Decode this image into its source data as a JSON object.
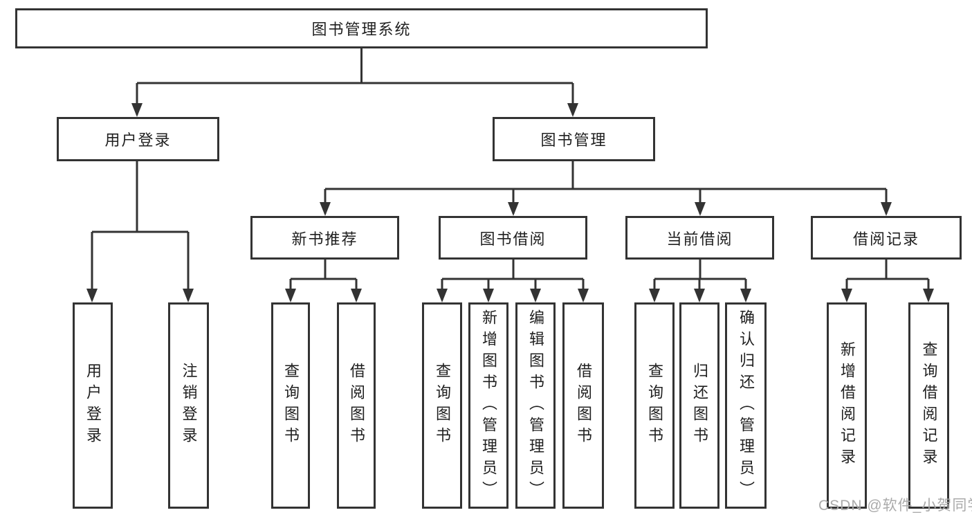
{
  "diagram": {
    "type": "tree",
    "tree": {
      "root": "图书管理系统",
      "children": [
        {
          "label": "用户登录",
          "children": [
            {
              "label": "用户登录"
            },
            {
              "label": "注销登录"
            }
          ]
        },
        {
          "label": "图书管理",
          "children": [
            {
              "label": "新书推荐",
              "children": [
                {
                  "label": "查询图书"
                },
                {
                  "label": "借阅图书"
                }
              ]
            },
            {
              "label": "图书借阅",
              "children": [
                {
                  "label": "查询图书"
                },
                {
                  "label": "新增图书（管理员）"
                },
                {
                  "label": "编辑图书（管理员）"
                },
                {
                  "label": "借阅图书"
                }
              ]
            },
            {
              "label": "当前借阅",
              "children": [
                {
                  "label": "查询图书"
                },
                {
                  "label": "归还图书"
                },
                {
                  "label": "确认归还（管理员）"
                }
              ]
            },
            {
              "label": "借阅记录",
              "children": [
                {
                  "label": "新增借阅记录"
                },
                {
                  "label": "查询借阅记录"
                }
              ]
            }
          ]
        }
      ]
    }
  },
  "watermark": {
    "text": "CSDN @软件_小贺同学"
  },
  "colors": {
    "line": "#333333",
    "box_border": "#333333",
    "box_background": "#ffffff",
    "text": "#1f1f1f",
    "page_background": "#ffffff",
    "watermark": "#aaaaaa"
  }
}
